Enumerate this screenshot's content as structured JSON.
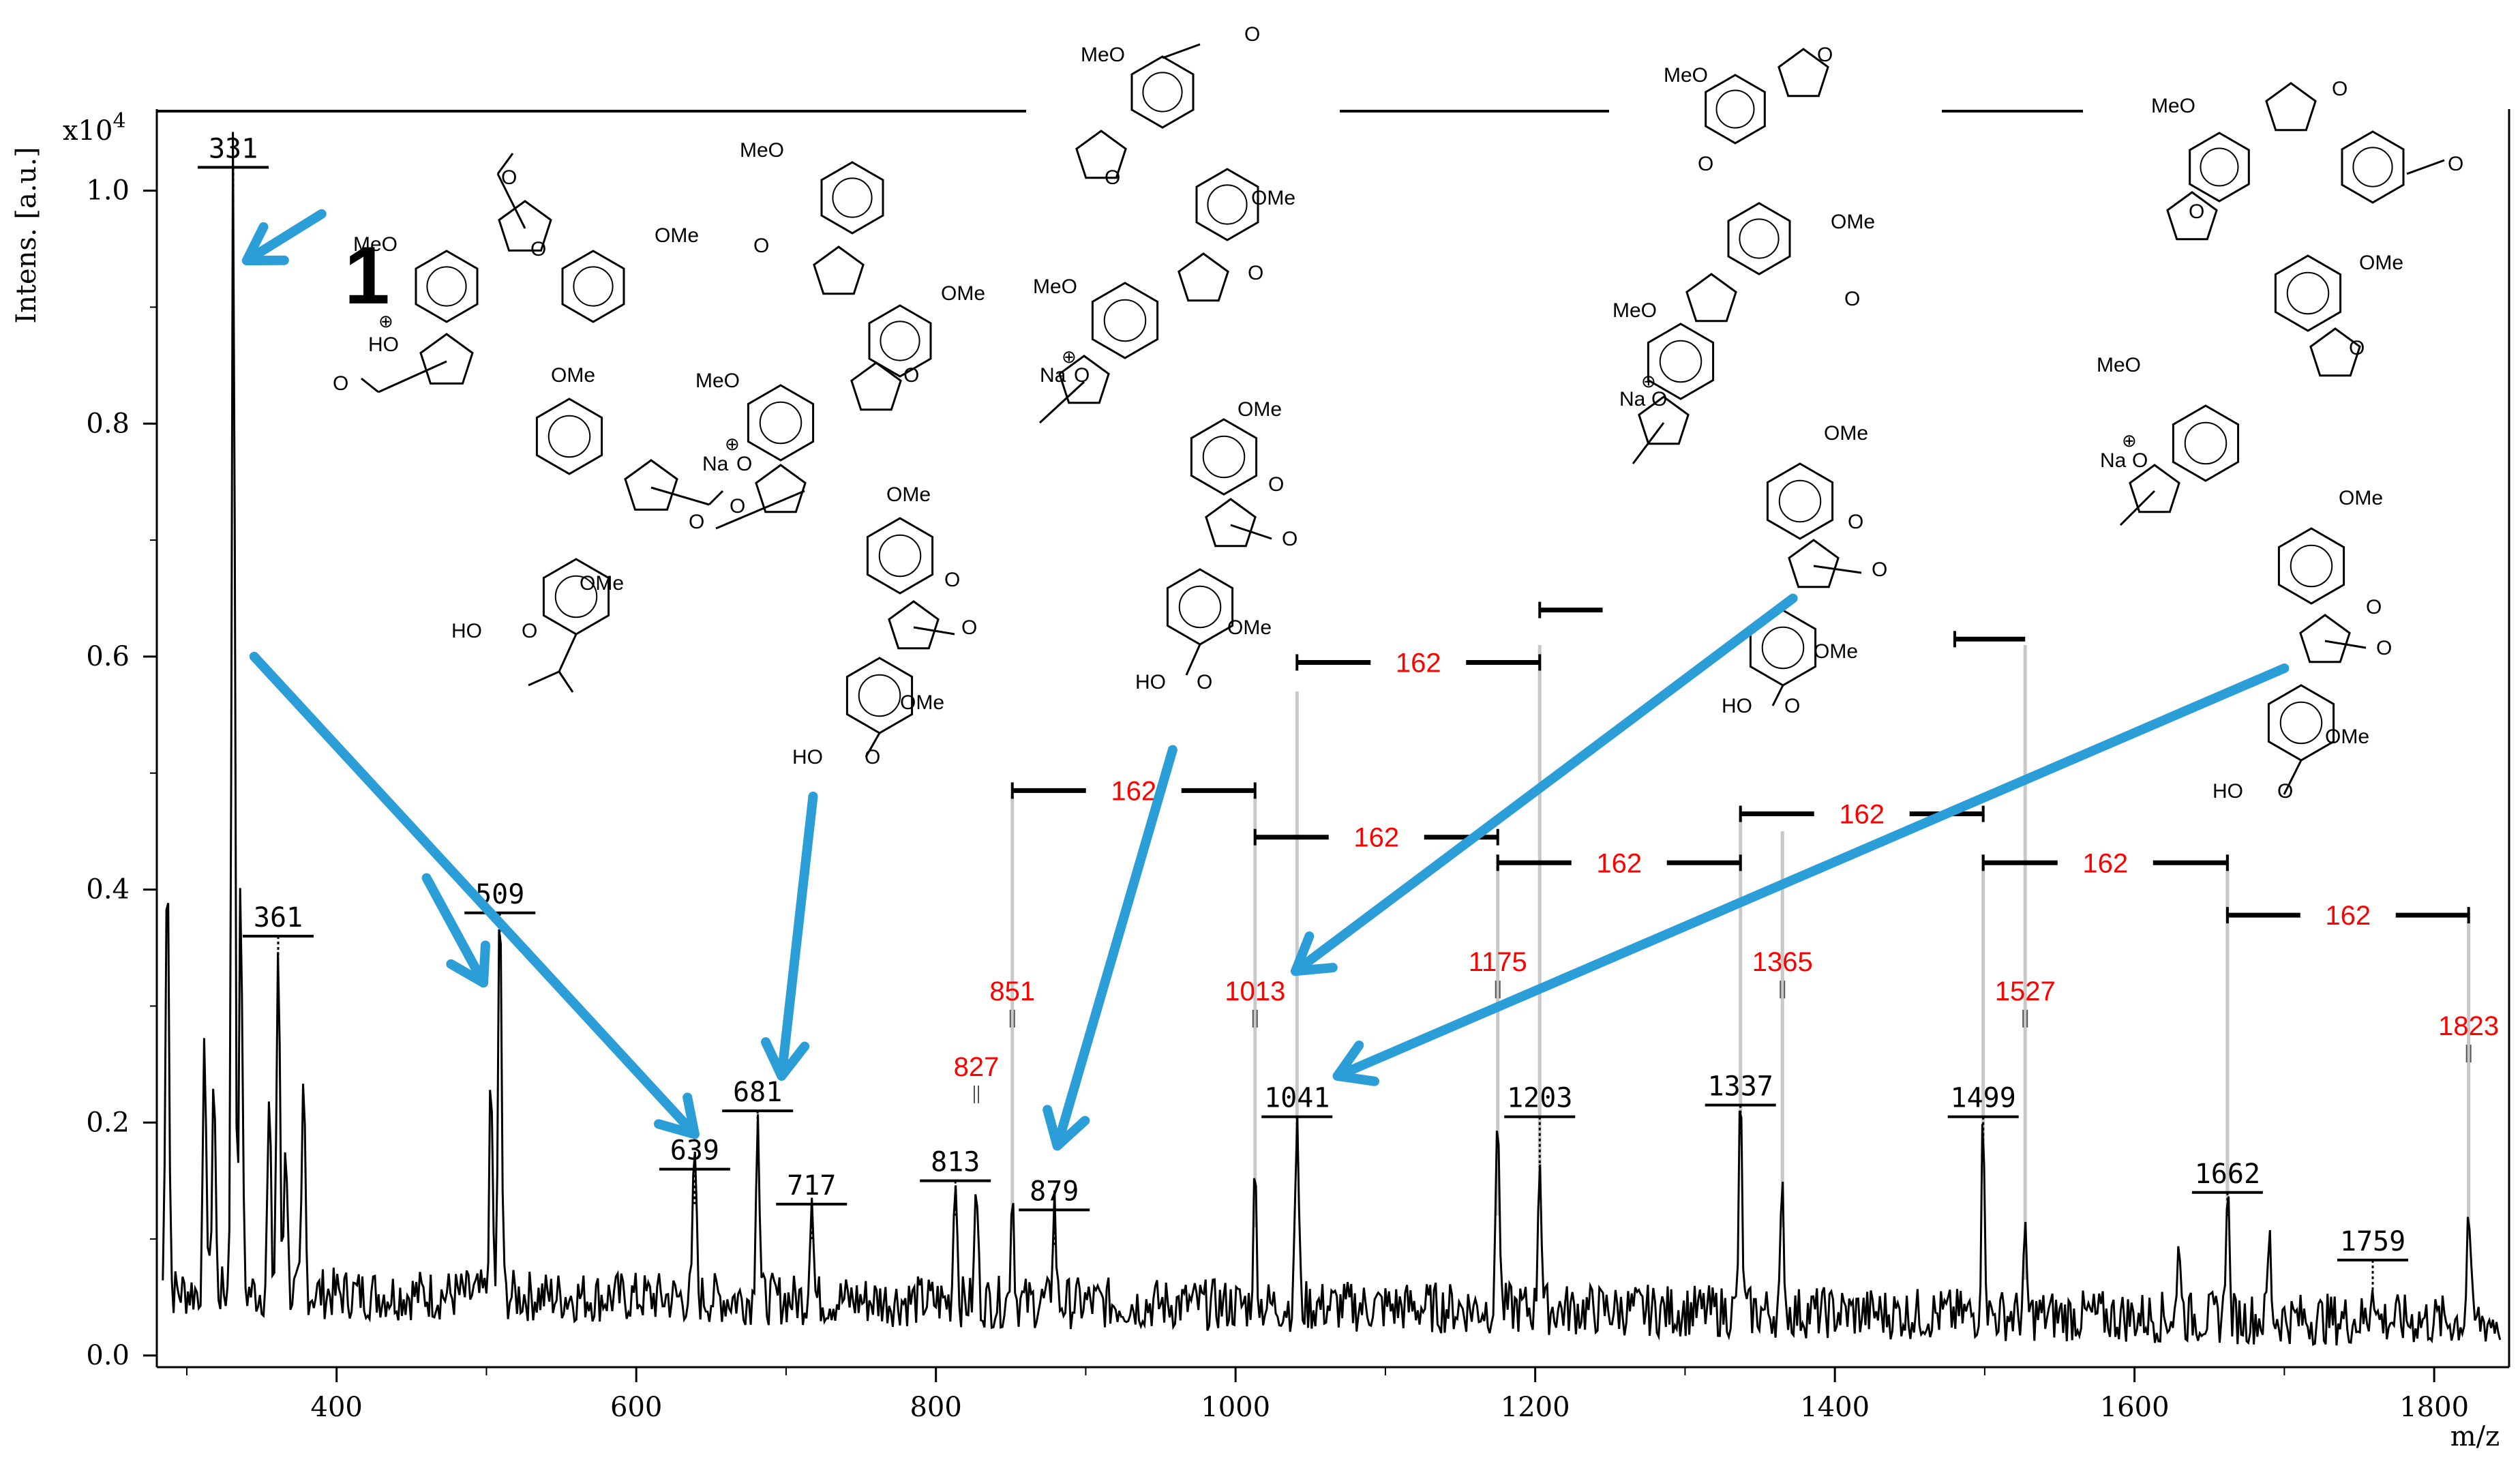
{
  "chart_data": {
    "type": "line",
    "title": "",
    "xlabel": "m/z",
    "ylabel": "Intens. [a.u.]",
    "y_multiplier": "x10",
    "y_multiplier_exp": "4",
    "xlim": [
      280,
      1850
    ],
    "ylim": [
      -0.01,
      1.07
    ],
    "xticks": [
      400,
      600,
      800,
      1000,
      1200,
      1400,
      1600,
      1800
    ],
    "yticks": [
      0.0,
      0.2,
      0.4,
      0.6,
      0.8,
      1.0
    ],
    "ytick_labels": [
      "0.0",
      "0.2",
      "0.4",
      "0.6",
      "0.8",
      "1.0"
    ],
    "grid": false,
    "series": [
      {
        "peaks": [
          {
            "x": 287,
            "y": 0.4
          },
          {
            "x": 312,
            "y": 0.21
          },
          {
            "x": 318,
            "y": 0.19
          },
          {
            "x": 331,
            "y": 1.0
          },
          {
            "x": 336,
            "y": 0.35
          },
          {
            "x": 355,
            "y": 0.16
          },
          {
            "x": 361,
            "y": 0.3
          },
          {
            "x": 366,
            "y": 0.14
          },
          {
            "x": 378,
            "y": 0.18
          },
          {
            "x": 503,
            "y": 0.18
          },
          {
            "x": 509,
            "y": 0.35
          },
          {
            "x": 639,
            "y": 0.13
          },
          {
            "x": 681,
            "y": 0.17
          },
          {
            "x": 717,
            "y": 0.1
          },
          {
            "x": 813,
            "y": 0.12
          },
          {
            "x": 827,
            "y": 0.1
          },
          {
            "x": 851,
            "y": 0.1
          },
          {
            "x": 879,
            "y": 0.09
          },
          {
            "x": 1013,
            "y": 0.11
          },
          {
            "x": 1041,
            "y": 0.17
          },
          {
            "x": 1175,
            "y": 0.18
          },
          {
            "x": 1203,
            "y": 0.14
          },
          {
            "x": 1337,
            "y": 0.18
          },
          {
            "x": 1365,
            "y": 0.1
          },
          {
            "x": 1499,
            "y": 0.17
          },
          {
            "x": 1527,
            "y": 0.06
          },
          {
            "x": 1630,
            "y": 0.07
          },
          {
            "x": 1662,
            "y": 0.12
          },
          {
            "x": 1690,
            "y": 0.07
          },
          {
            "x": 1759,
            "y": 0.04
          },
          {
            "x": 1823,
            "y": 0.1
          }
        ]
      }
    ],
    "peak_labels": [
      {
        "label": "331",
        "x": 331,
        "y": 1.02,
        "dot_to": 0.99
      },
      {
        "label": "361",
        "x": 361,
        "y": 0.36,
        "dot_to": 0.33
      },
      {
        "label": "509",
        "x": 509,
        "y": 0.38,
        "dot_to": 0.35
      },
      {
        "label": "639",
        "x": 639,
        "y": 0.16,
        "dot_to": 0.13
      },
      {
        "label": "681",
        "x": 681,
        "y": 0.21,
        "dot_to": 0.18
      },
      {
        "label": "717",
        "x": 717,
        "y": 0.13,
        "dot_to": 0.1
      },
      {
        "label": "813",
        "x": 813,
        "y": 0.15,
        "dot_to": 0.12
      },
      {
        "label": "879",
        "x": 879,
        "y": 0.125,
        "dot_to": 0.095
      },
      {
        "label": "1041",
        "x": 1041,
        "y": 0.205,
        "dot_to": 0.18
      },
      {
        "label": "1203",
        "x": 1203,
        "y": 0.205,
        "dot_to": 0.15
      },
      {
        "label": "1337",
        "x": 1337,
        "y": 0.215,
        "dot_to": 0.19
      },
      {
        "label": "1499",
        "x": 1499,
        "y": 0.205,
        "dot_to": 0.18
      },
      {
        "label": "1662",
        "x": 1662,
        "y": 0.14,
        "dot_to": 0.12
      },
      {
        "label": "1759",
        "x": 1759,
        "y": 0.082,
        "dot_to": 0.05
      }
    ],
    "red_labels": [
      {
        "label": "827",
        "x": 827,
        "y": 0.24,
        "to": 0.115
      },
      {
        "label": "851",
        "x": 851,
        "y": 0.305,
        "to": 0.105
      },
      {
        "label": "1013",
        "x": 1013,
        "y": 0.305,
        "to": 0.115
      },
      {
        "label": "1175",
        "x": 1175,
        "y": 0.33,
        "to": 0.12
      },
      {
        "label": "1365",
        "x": 1365,
        "y": 0.33,
        "to": 0.11
      },
      {
        "label": "1527",
        "x": 1527,
        "y": 0.305,
        "to": 0.06
      },
      {
        "label": "1823",
        "x": 1823,
        "y": 0.275,
        "to": 0.1
      }
    ],
    "mass_differences": [
      {
        "label": "162",
        "x1": 851,
        "x2": 1013,
        "y": 0.485
      },
      {
        "label": "162",
        "x1": 1013,
        "x2": 1175,
        "y": 0.445
      },
      {
        "label": "162",
        "x1": 1041,
        "x2": 1203,
        "y": 0.595
      },
      {
        "label": "162",
        "x1": 1175,
        "x2": 1337,
        "y": 0.423
      },
      {
        "label": "162",
        "x1": 1337,
        "x2": 1499,
        "y": 0.465
      },
      {
        "label": "162",
        "x1": 1499,
        "x2": 1662,
        "y": 0.423
      },
      {
        "label": "162",
        "x1": 1662,
        "x2": 1823,
        "y": 0.378
      }
    ],
    "dashes": [
      {
        "x1": 1203,
        "x2": 1245,
        "y": 0.64
      },
      {
        "x1": 1480,
        "x2": 1527,
        "y": 0.615
      }
    ],
    "gray_lines": [
      {
        "x": 851,
        "y1": 0.108,
        "y2": 0.48
      },
      {
        "x": 1013,
        "y1": 0.11,
        "y2": 0.48
      },
      {
        "x": 1041,
        "y1": 0.17,
        "y2": 0.57
      },
      {
        "x": 1175,
        "y1": 0.12,
        "y2": 0.43
      },
      {
        "x": 1203,
        "y1": 0.145,
        "y2": 0.61
      },
      {
        "x": 1337,
        "y1": 0.18,
        "y2": 0.47
      },
      {
        "x": 1365,
        "y1": 0.11,
        "y2": 0.45
      },
      {
        "x": 1499,
        "y1": 0.17,
        "y2": 0.43
      },
      {
        "x": 1527,
        "y1": 0.065,
        "y2": 0.61
      },
      {
        "x": 1662,
        "y1": 0.12,
        "y2": 0.43
      },
      {
        "x": 1823,
        "y1": 0.1,
        "y2": 0.38
      }
    ],
    "structure_arrows": [
      {
        "from": [
          345,
          0.6
        ],
        "to": [
          639,
          0.19
        ]
      },
      {
        "from": [
          718,
          0.48
        ],
        "to": [
          697,
          0.24
        ]
      },
      {
        "from": [
          958,
          0.52
        ],
        "to": [
          881,
          0.18
        ]
      },
      {
        "from": [
          1372,
          0.65
        ],
        "to": [
          1040,
          0.33
        ]
      },
      {
        "from": [
          1700,
          0.59
        ],
        "to": [
          1068,
          0.24
        ]
      },
      {
        "from": [
          460,
          0.41
        ],
        "to": [
          498,
          0.32
        ]
      },
      {
        "from": [
          390,
          0.98
        ],
        "to": [
          340,
          0.94
        ]
      }
    ]
  },
  "structures": {
    "label_1": "1",
    "s1": {
      "o1": "O",
      "o2": "O",
      "ome1": "OMe",
      "meo1": "MeO",
      "ho1": "HO",
      "ome2": "OMe",
      "o3": "O",
      "o4": "O",
      "ome3": "OMe",
      "ho2": "HO",
      "o5": "O",
      "plus": "⊕"
    },
    "s2": {
      "meo1": "MeO",
      "o1": "O",
      "ome1": "OMe",
      "o2": "O",
      "meo2": "MeO",
      "na": "Na",
      "o3": "O",
      "o4": "O",
      "ome2": "OMe",
      "o5": "O",
      "o6": "O",
      "ome3": "OMe",
      "ho": "HO",
      "o7": "O",
      "plus": "⊕"
    },
    "s3": {
      "meo1": "MeO",
      "o1": "O",
      "o2": "O",
      "ome1": "OMe",
      "o3": "O",
      "meo2": "MeO",
      "na": "Na",
      "o4": "O",
      "ome2": "OMe",
      "o5": "O",
      "o6": "O",
      "ome3": "OMe",
      "ho": "HO",
      "o7": "O",
      "plus": "⊕"
    },
    "s4": {
      "meo1": "MeO",
      "o1": "O",
      "o2": "O",
      "ome1": "OMe",
      "o3": "O",
      "meo2": "MeO",
      "na": "Na",
      "o4": "O",
      "ome2": "OMe",
      "o5": "O",
      "o6": "O",
      "ome3": "OMe",
      "ho": "HO",
      "o7": "O",
      "plus": "⊕"
    },
    "s5": {
      "meo1": "MeO",
      "o1": "O",
      "o2": "O",
      "o3": "O",
      "ome1": "OMe",
      "o4": "O",
      "meo2": "MeO",
      "na": "Na",
      "o5": "O",
      "ome2": "OMe",
      "o6": "O",
      "o7": "O",
      "ome3": "OMe",
      "ho": "HO",
      "o8": "O",
      "plus": "⊕"
    }
  },
  "colors": {
    "axis": "#000000",
    "trace": "#000000",
    "red_label": "#ff0000",
    "arrow": "#2b9ed8",
    "guide": "#c8c8c8"
  }
}
